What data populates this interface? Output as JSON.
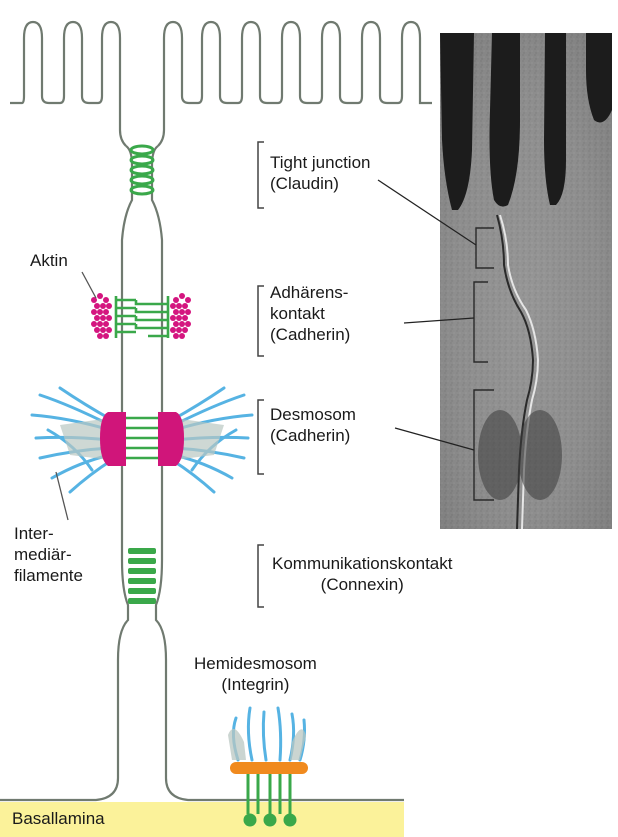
{
  "labels": {
    "tight_junction": [
      "Tight junction",
      "(Claudin)"
    ],
    "aktin": "Aktin",
    "adhaerens": [
      "Adhärens-",
      "kontakt",
      "(Cadherin)"
    ],
    "desmosom": [
      "Desmosom",
      "(Cadherin)"
    ],
    "intermediaer": [
      "Inter-",
      "mediär-",
      "filamente"
    ],
    "kommunikation": [
      "Kommunikationskontakt",
      "(Connexin)"
    ],
    "hemidesmosom": [
      "Hemidesmosom",
      "(Integrin)"
    ],
    "basallamina": "Basallamina"
  },
  "colors": {
    "membrane": "#707a70",
    "claudin": "#3aa84a",
    "actin": "#d4157f",
    "cadherin_plaque": "#d0157a",
    "filament": "#56b3e3",
    "integrin_plate": "#f08a1e",
    "basal_lamina": "#fbf29a",
    "plaque_grey": "#b9c7c2"
  }
}
